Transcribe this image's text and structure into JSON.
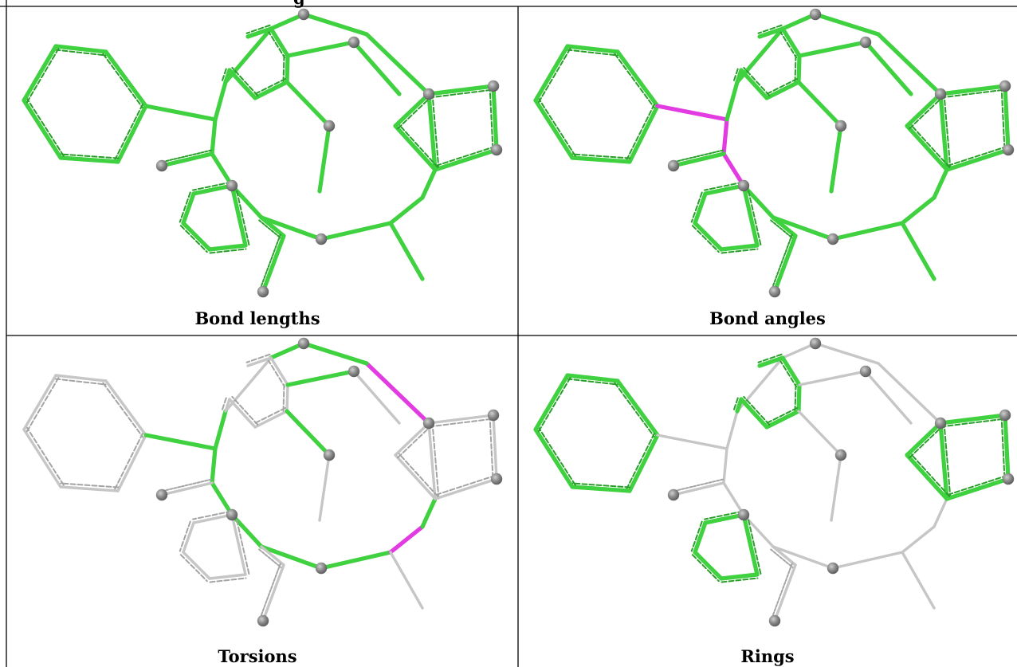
{
  "header": {
    "visible_text_fragment": "g"
  },
  "panels": [
    {
      "id": "bond-lengths",
      "caption": "Bond lengths",
      "highlight_mode": "all_green"
    },
    {
      "id": "bond-angles",
      "caption": "Bond angles",
      "highlight_mode": "all_green_with_magenta_angle"
    },
    {
      "id": "torsions",
      "caption": "Torsions",
      "highlight_mode": "torsion_path"
    },
    {
      "id": "rings",
      "caption": "Rings",
      "highlight_mode": "rings_only"
    }
  ],
  "colors": {
    "highlight": "#3fd13f",
    "highlight_dark": "#2a9e2a",
    "inactive": "#c6c6c6",
    "inactive_dark": "#a4a4a4",
    "emphasis": "#e23be2",
    "atom": "#8a8a8a",
    "atom_light": "#bdbdbd",
    "grid": "#000000",
    "background": "#ffffff"
  }
}
